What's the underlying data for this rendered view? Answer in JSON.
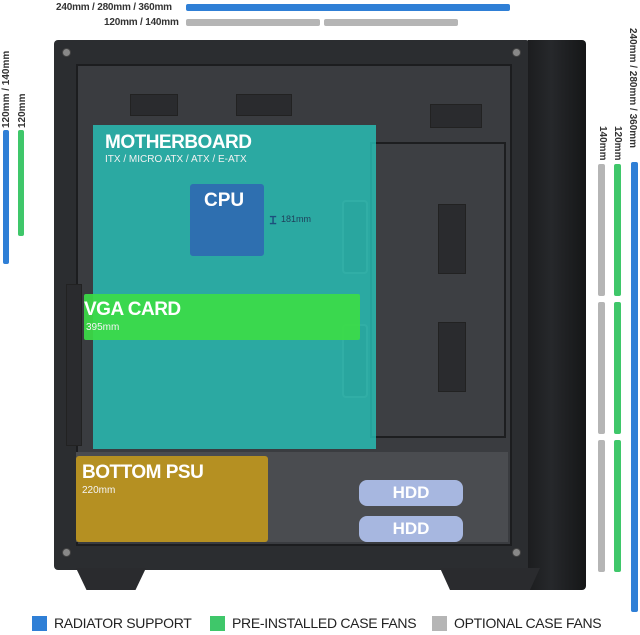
{
  "colors": {
    "radiator": "#2f7fd6",
    "preinstalled": "#3fc76a",
    "optional": "#b5b5b5",
    "motherboard": "#28c8be",
    "cpu": "#2e6fb0",
    "vga": "#3cdc46",
    "psu": "#be961e",
    "hdd": "#a7b7e0"
  },
  "top": {
    "radiator_label": "240mm / 280mm / 360mm",
    "optional_label": "120mm / 140mm"
  },
  "left": {
    "radiator_label": "120mm / 140mm",
    "optional_label": "120mm"
  },
  "front": {
    "radiator_label": "240mm / 280mm / 360mm",
    "preinstalled_label": "120mm",
    "optional_label": "140mm"
  },
  "components": {
    "motherboard_title": "MOTHERBOARD",
    "motherboard_sub": "ITX / MICRO ATX / ATX / E-ATX",
    "cpu_title": "CPU",
    "cpu_cooler": "181mm",
    "vga_title": "VGA CARD",
    "vga_sub": "395mm",
    "psu_title": "BOTTOM PSU",
    "psu_sub": "220mm",
    "hdd_1": "HDD",
    "hdd_2": "HDD"
  },
  "legend": [
    {
      "label": "RADIATOR SUPPORT",
      "color": "#2f7fd6"
    },
    {
      "label": "PRE-INSTALLED CASE FANS",
      "color": "#3fc76a"
    },
    {
      "label": "OPTIONAL CASE FANS",
      "color": "#b5b5b5"
    }
  ]
}
